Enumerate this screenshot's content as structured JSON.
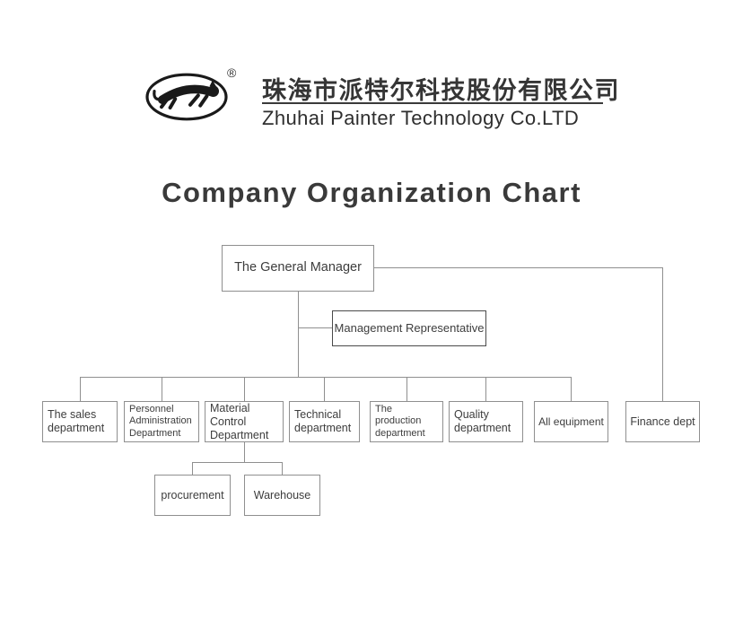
{
  "header": {
    "logo_icon": "panther-logo",
    "registered_mark": "®",
    "company_name_zh": "珠海市派特尔科技股份有限公司",
    "company_name_en": "Zhuhai Painter Technology Co.LTD"
  },
  "title": "Company Organization Chart",
  "org_chart": {
    "root": "The General Manager",
    "management_representative": "Management Representative",
    "departments": [
      "The sales department",
      "Personnel Administration Department",
      "Material Control Department",
      "Technical department",
      "The production department",
      "Quality department",
      "All equipment",
      "Finance dept"
    ],
    "material_control_children": [
      "procurement",
      "Warehouse"
    ]
  },
  "colors": {
    "text": "#3d3d3d",
    "line": "#8f8f8f",
    "logo": "#1a1a1a"
  }
}
